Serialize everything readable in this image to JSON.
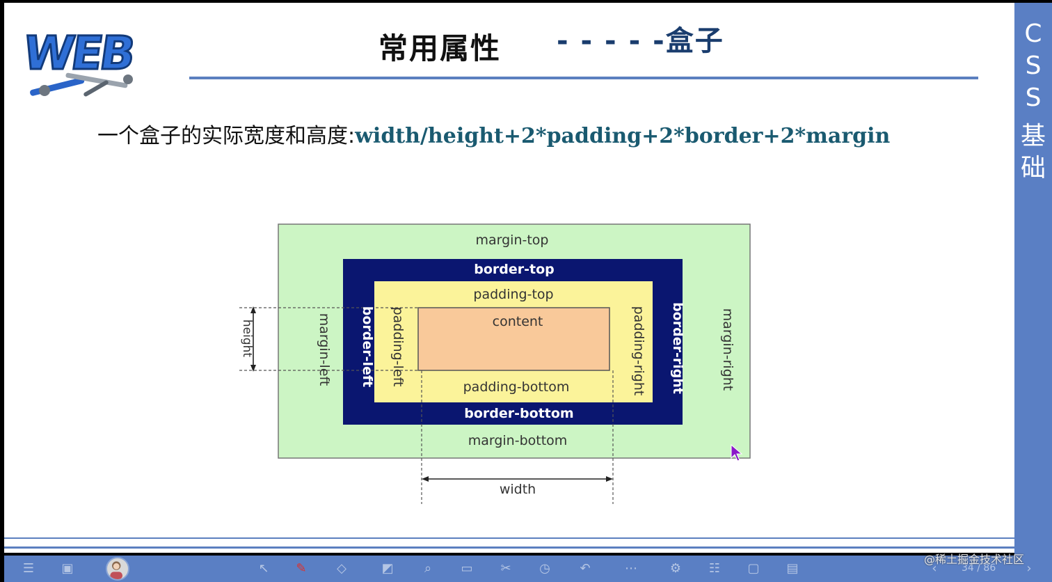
{
  "slide": {
    "logo_text": "WEB",
    "title": "常用属性",
    "title_suffix": "- - - - -盒子",
    "formula_prefix": "一个盒子的实际宽度和高度:",
    "formula_expression": "width/height+2*padding+2*border+2*margin"
  },
  "box_model": {
    "margin_top": "margin-top",
    "margin_bottom": "margin-bottom",
    "margin_left": "margin-left",
    "margin_right": "margin-right",
    "border_top": "border-top",
    "border_bottom": "border-bottom",
    "border_left": "border-left",
    "border_right": "border-right",
    "padding_top": "padding-top",
    "padding_bottom": "padding-bottom",
    "padding_left": "padding-left",
    "padding_right": "padding-right",
    "content": "content",
    "height": "height",
    "width": "width",
    "colors": {
      "margin": "#ccf5c4",
      "border": "#0a1670",
      "padding": "#fbf39a",
      "content": "#f9c99a"
    }
  },
  "sidebar": {
    "chars": [
      "C",
      "S",
      "S",
      "基",
      "础"
    ]
  },
  "toolbar": {
    "page_number": "34 / 86",
    "icons": [
      "menu-icon",
      "thumbnail-icon",
      "avatar",
      "pointer-icon",
      "pen-icon",
      "eraser-icon",
      "shape-icon",
      "zoom-icon",
      "screen-icon",
      "scissors-icon",
      "clock-icon",
      "undo-icon",
      "more-icon",
      "settings-icon",
      "notes-icon",
      "monitor-icon",
      "lock-icon",
      "prev-icon",
      "next-icon"
    ]
  },
  "watermark": "@稀土掘金技术社区",
  "colors": {
    "accent": "#5a7fc4",
    "title_rule": "#5b7fbf",
    "formula": "#1a5a70"
  }
}
